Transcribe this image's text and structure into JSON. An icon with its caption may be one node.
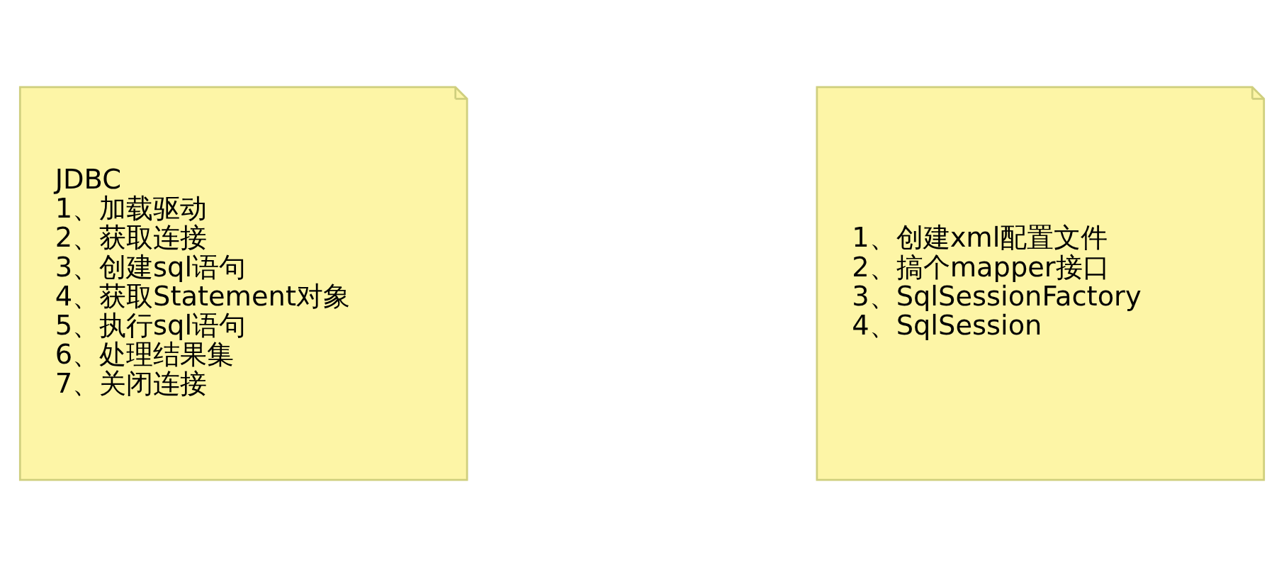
{
  "diagram": {
    "nodes": [
      {
        "text": [
          "JDBC",
          "1、加载驱动",
          "2、获取连接",
          "3、创建sql语句",
          "4、获取Statement对象",
          "5、执行sql语句",
          "6、处理结果集",
          "7、关闭连接"
        ]
      },
      {
        "text": [
          "1、创建xml配置文件",
          "2、搞个mapper接口",
          "3、SqlSessionFactory",
          "4、SqlSession"
        ]
      }
    ],
    "edges": []
  }
}
